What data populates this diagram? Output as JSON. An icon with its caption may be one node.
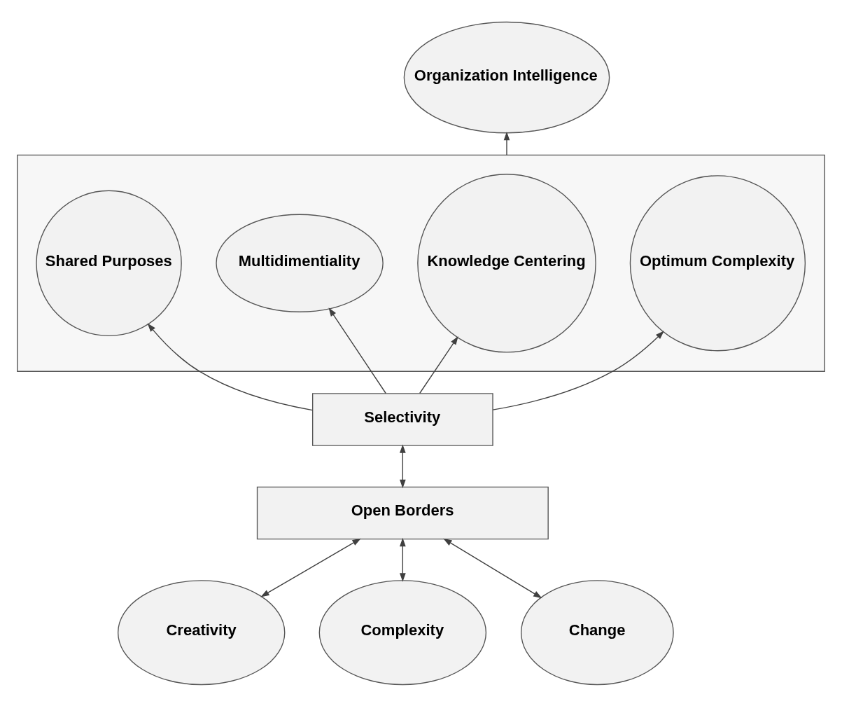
{
  "diagram": {
    "nodes": [
      {
        "text": [
          "Organization Intelligence"
        ]
      },
      {
        "text": [],
        "shape": "box"
      },
      {
        "text": [
          "Shared Purposes"
        ],
        "in": 1
      },
      {
        "text": [
          "Multidimentiality"
        ],
        "in": 1
      },
      {
        "text": [
          "Knowledge Centering"
        ],
        "in": 1
      },
      {
        "text": [
          "Optimum Complexity"
        ],
        "in": 1
      },
      {
        "text": [
          "Selectivity"
        ]
      },
      {
        "text": [
          "Open Borders"
        ]
      },
      {
        "text": [
          "Creativity"
        ]
      },
      {
        "text": [
          "Complexity"
        ]
      },
      {
        "text": [
          "Change"
        ]
      }
    ],
    "edges": [
      {
        "from": 1,
        "to": 0,
        "arrow": "to"
      },
      {
        "from": 6,
        "to": 2,
        "arrow": "to"
      },
      {
        "from": 6,
        "to": 3,
        "arrow": "to"
      },
      {
        "from": 6,
        "to": 4,
        "arrow": "to"
      },
      {
        "from": 6,
        "to": 5,
        "arrow": "to"
      },
      {
        "from": 6,
        "to": 7,
        "arrow": "both"
      },
      {
        "from": 7,
        "to": 8,
        "arrow": "both"
      },
      {
        "from": 7,
        "to": 9,
        "arrow": "both"
      },
      {
        "from": 7,
        "to": 10,
        "arrow": "both"
      }
    ]
  }
}
